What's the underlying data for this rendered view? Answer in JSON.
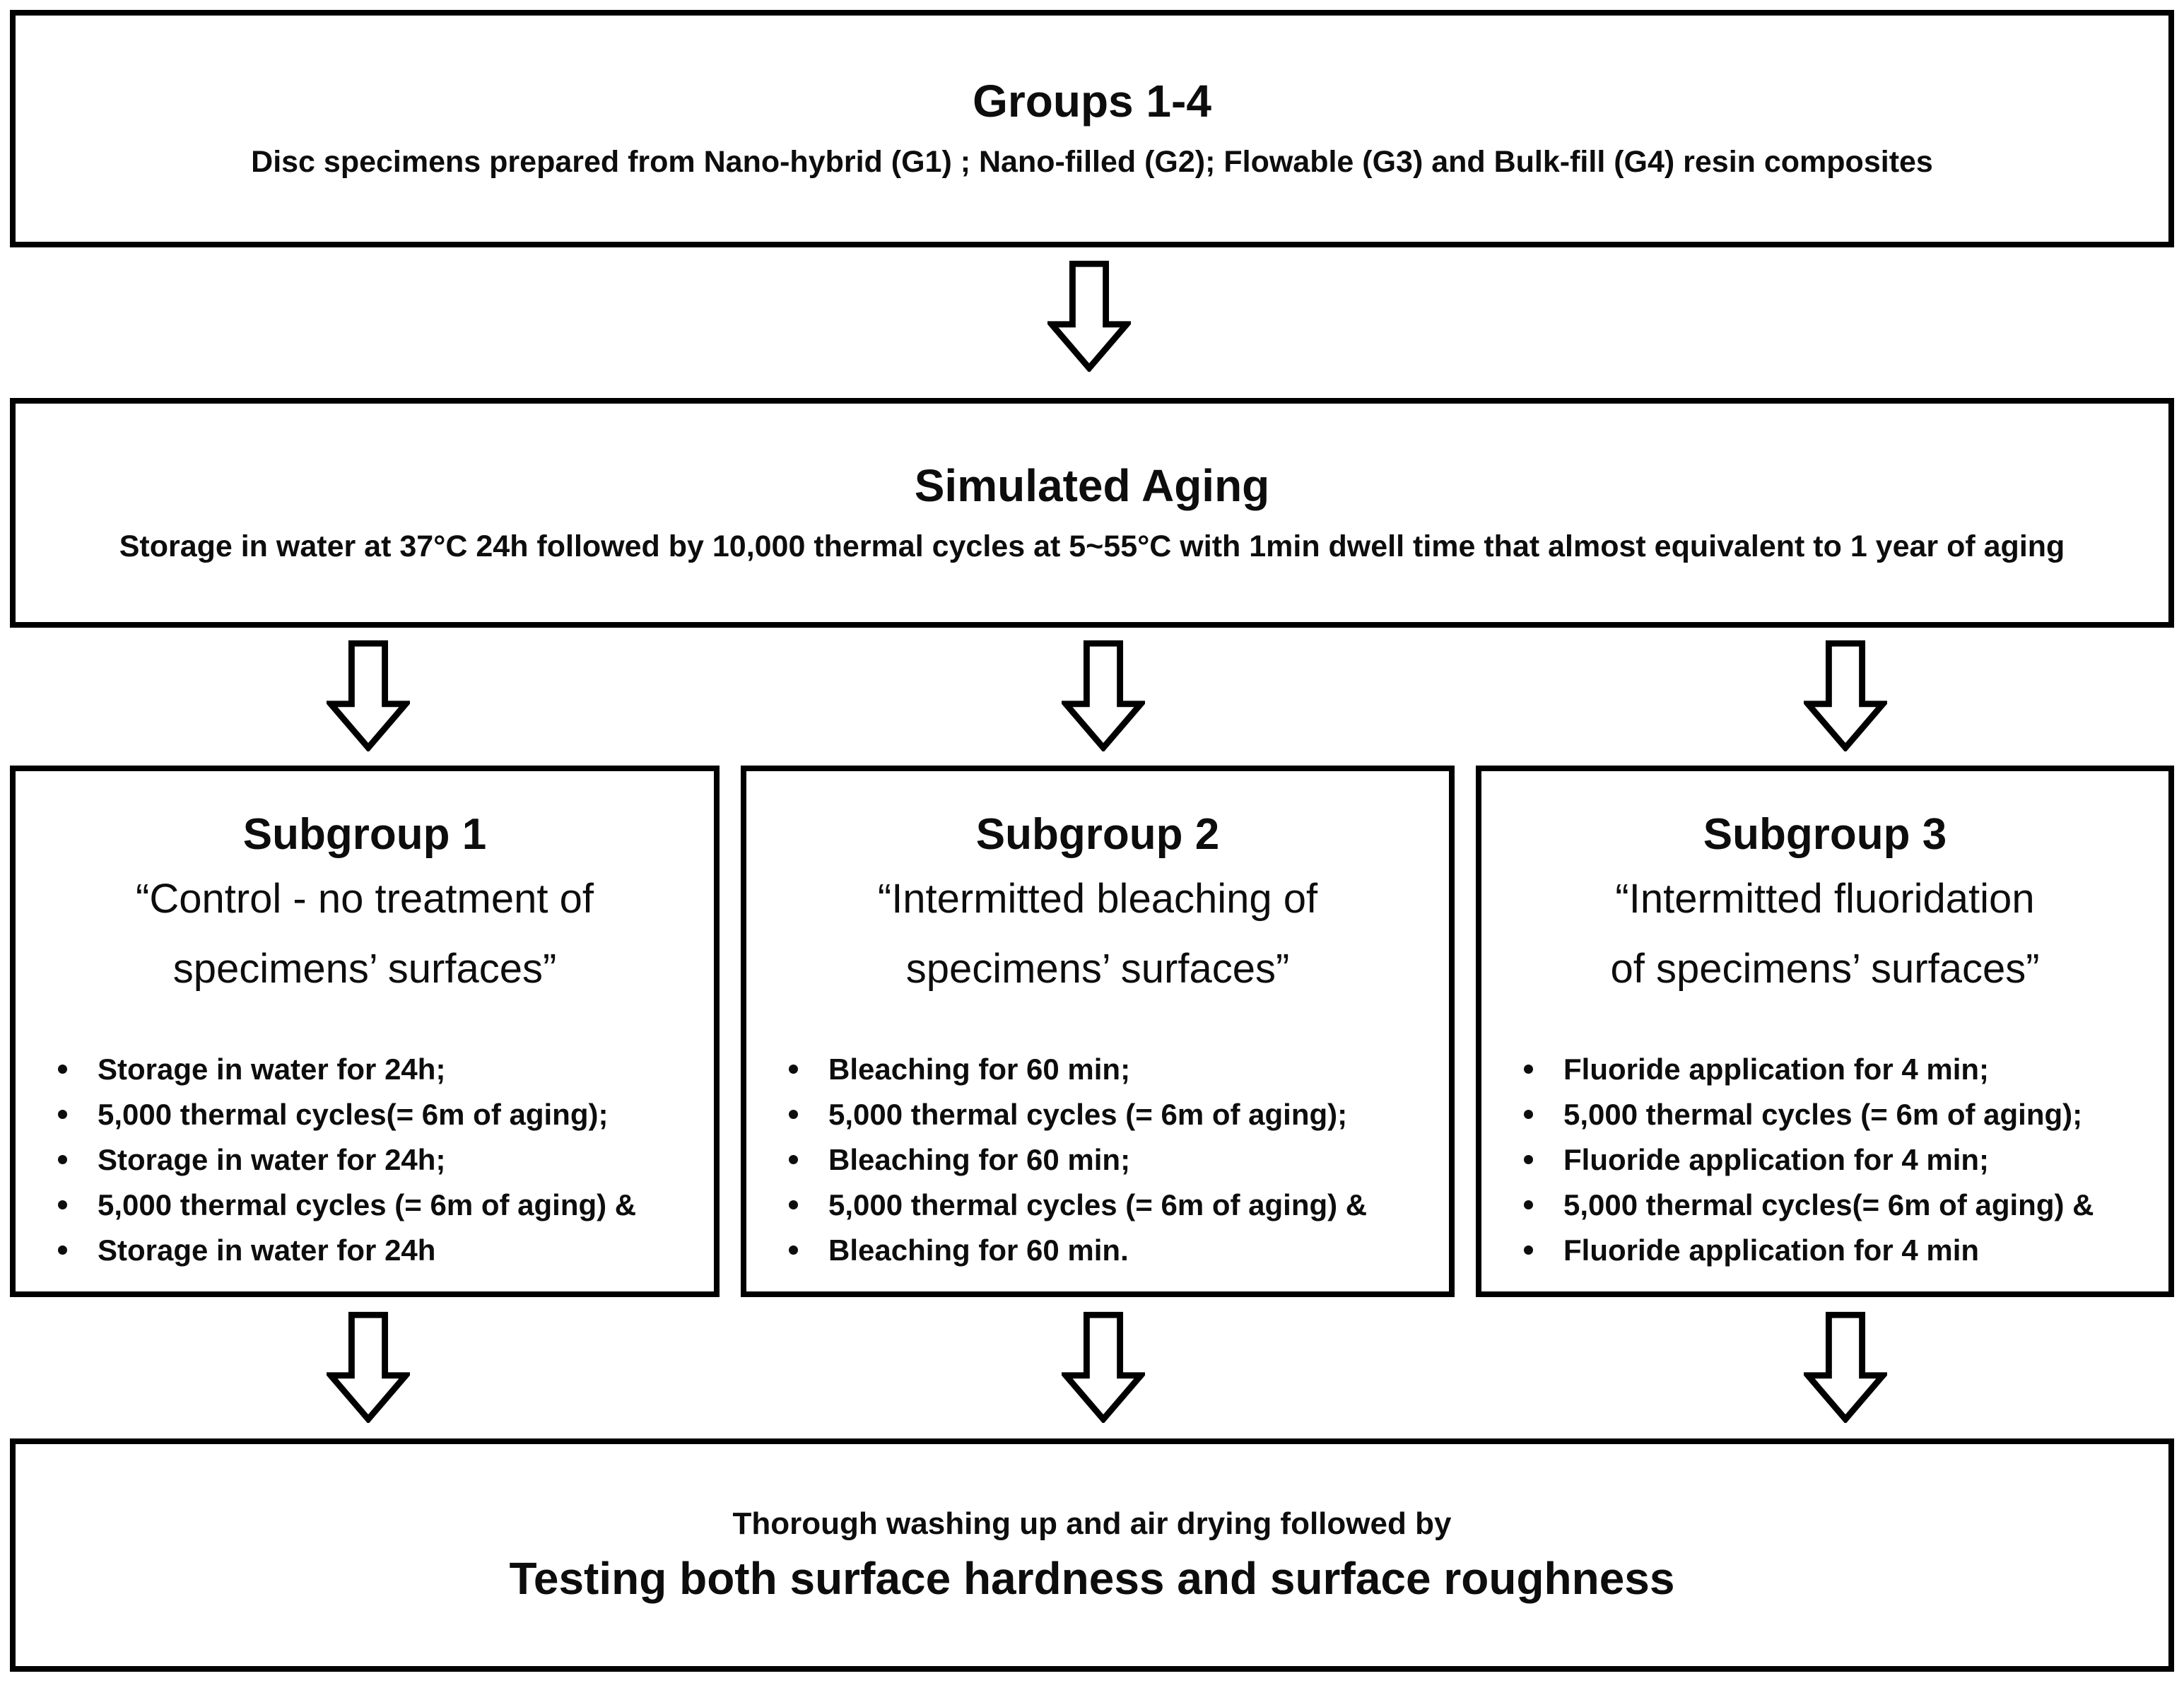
{
  "groups_box": {
    "title": "Groups 1-4",
    "subtitle": "Disc specimens prepared from  Nano-hybrid (G1) ; Nano-filled (G2); Flowable (G3)  and Bulk-fill (G4) resin composites"
  },
  "aging_box": {
    "title": "Simulated Aging",
    "subtitle": "Storage in water at 37°C 24h followed by 10,000 thermal cycles at 5~55°C with 1min dwell time that almost equivalent to 1 year of aging"
  },
  "subgroups": [
    {
      "title": "Subgroup 1",
      "quote": "“Control - no treatment of\nspecimens’ surfaces”",
      "bullets": [
        "Storage in water for 24h;",
        "5,000 thermal cycles(= 6m of aging);",
        "Storage in water for 24h;",
        "5,000 thermal cycles (= 6m of aging) &",
        "Storage in water for 24h"
      ]
    },
    {
      "title": "Subgroup 2",
      "quote": "“Intermitted bleaching of\nspecimens’ surfaces”",
      "bullets": [
        "Bleaching for 60 min;",
        "5,000 thermal cycles (= 6m of aging);",
        "Bleaching for 60 min;",
        "5,000 thermal cycles (= 6m of aging) &",
        "Bleaching for 60 min."
      ]
    },
    {
      "title": "Subgroup 3",
      "quote": "“Intermitted fluoridation\nof specimens’ surfaces”",
      "bullets": [
        "Fluoride application for 4 min;",
        "5,000 thermal cycles (= 6m of aging);",
        "Fluoride application for 4 min;",
        "5,000 thermal cycles(= 6m of aging) &",
        "Fluoride application for 4 min"
      ]
    }
  ],
  "final_box": {
    "line1": "Thorough washing up and air drying followed by",
    "line2": "Testing both surface hardness and surface roughness"
  },
  "colors": {
    "border": "#000000",
    "background": "#ffffff",
    "text": "#0d0d0d"
  }
}
